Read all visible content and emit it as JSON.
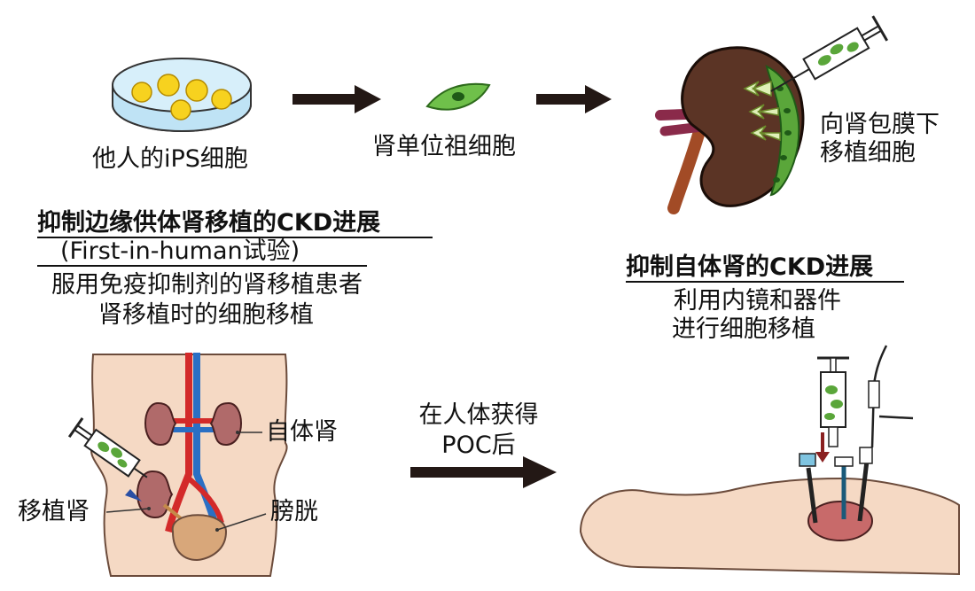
{
  "top_row": {
    "ips_label": "他人的iPS细胞",
    "progenitor_label": "肾单位祖细胞",
    "subcapsular": [
      "向肾包膜下",
      "移植细胞"
    ]
  },
  "left_block": {
    "title_line1": "抑制边缘供体肾移植的CKD进展",
    "title_line2": "(First-in-human试验)",
    "desc_line1": "服用免疫抑制剂的肾移植患者",
    "desc_line2": "肾移植时的细胞移植"
  },
  "right_block": {
    "title": "抑制自体肾的CKD进展",
    "desc_line1": "利用内镜和器件",
    "desc_line2": "进行细胞移植"
  },
  "bottom_left": {
    "native_kidney": "自体肾",
    "graft_kidney": "移植肾",
    "bladder": "膀胱"
  },
  "middle_arrow": {
    "line1": "在人体获得",
    "line2": "POC后"
  },
  "colors": {
    "arrow": "#231815",
    "kidney_dark": "#5b3425",
    "kidney_light": "#b06a6a",
    "cell_green": "#5aa63a",
    "body_skin": "#f5d9c4",
    "artery": "#d32a2a",
    "vein": "#2a6fc4"
  }
}
